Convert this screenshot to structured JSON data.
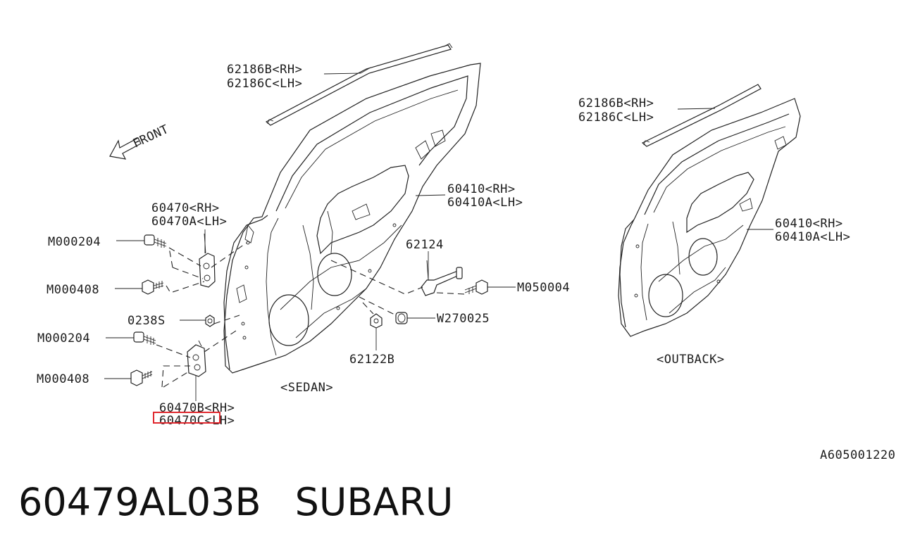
{
  "labels": {
    "weatherstrip_sedan_rh": "62186B<RH>",
    "weatherstrip_sedan_lh": "62186C<LH>",
    "weatherstrip_outback_rh": "62186B<RH>",
    "weatherstrip_outback_lh": "62186C<LH>",
    "front": "FRONT",
    "upper_hinge_rh": "60470<RH>",
    "upper_hinge_lh": "60470A<LH>",
    "bolt_upper_1": "M000204",
    "bolt_upper_2": "M000408",
    "nut": "0238S",
    "bolt_lower_1": "M000204",
    "bolt_lower_2": "M000408",
    "lower_hinge_rh": "60470B<RH>",
    "lower_hinge_lh": "60470C<LH>",
    "panel_sedan_rh": "60410<RH>",
    "panel_sedan_lh": "60410A<LH>",
    "checker": "62124",
    "checker_bolt": "M050004",
    "checker_bushing": "W270025",
    "grommet": "62122B",
    "sedan_caption": "<SEDAN>",
    "panel_outback_rh": "60410<RH>",
    "panel_outback_lh": "60410A<LH>",
    "outback_caption": "<OUTBACK>",
    "diagram_code": "A605001220"
  },
  "highlight": {
    "label": "60470C",
    "color": "#e0282e"
  },
  "footer": {
    "part_number": "60479AL03B",
    "brand": "SUBARU"
  }
}
